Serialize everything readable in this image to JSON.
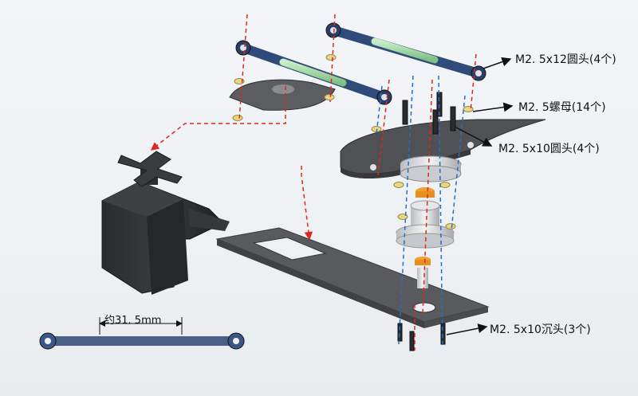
{
  "callouts": {
    "screw_m25x12": "M2. 5x12圆头(4个)",
    "nut_m25": "M2. 5螺母(14个)",
    "screw_m25x10_round": "M2. 5x10圆头(4个)",
    "screw_m25x10_countersunk": "M2. 5x10沉头(3个)"
  },
  "dimension": {
    "rod_length": "约31. 5mm"
  },
  "colors": {
    "red_guide": "#e0271f",
    "blue_guide": "#1e6fd0",
    "plate": "#55575a",
    "rod_green": "#9fd8a2",
    "rod_end": "#2f4b7a",
    "brass_nut": "#e9d58a",
    "orange_spacer": "#f0a030"
  }
}
